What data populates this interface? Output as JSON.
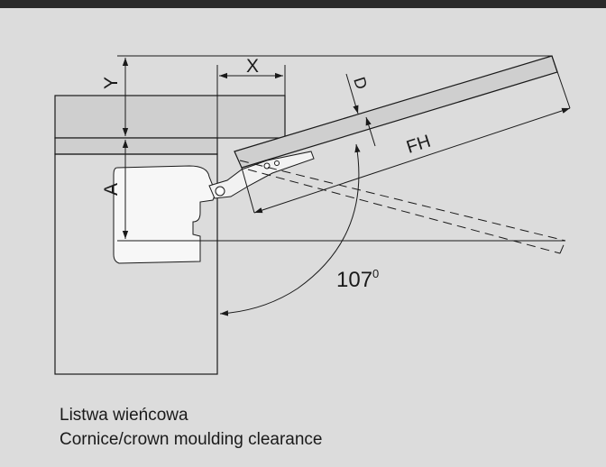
{
  "labels": {
    "y": "Y",
    "x": "X",
    "d": "D",
    "fh": "FH",
    "a": "A",
    "angle": "107",
    "angle_unit": "0"
  },
  "caption": {
    "line1": "Listwa wieńcowa",
    "line2": "Cornice/crown moulding clearance"
  },
  "colors": {
    "background": "#dcdcdc",
    "line": "#1a1a1a",
    "panel_fill": "#cfcfcf",
    "hinge_fill": "#f7f7f7"
  }
}
